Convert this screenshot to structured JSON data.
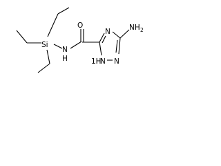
{
  "molecule": {
    "atoms": {
      "silicon": "Si",
      "amide_nitrogen": "N",
      "amide_hydrogen": "H",
      "carbonyl_oxygen": "O",
      "ring_nitrogen_4": "N",
      "ring_nitrogen_1": "N",
      "ring_nitrogen_1_h": "1H",
      "ring_nitrogen_2": "N",
      "amino_group_n": "NH",
      "amino_group_sub": "2"
    }
  }
}
